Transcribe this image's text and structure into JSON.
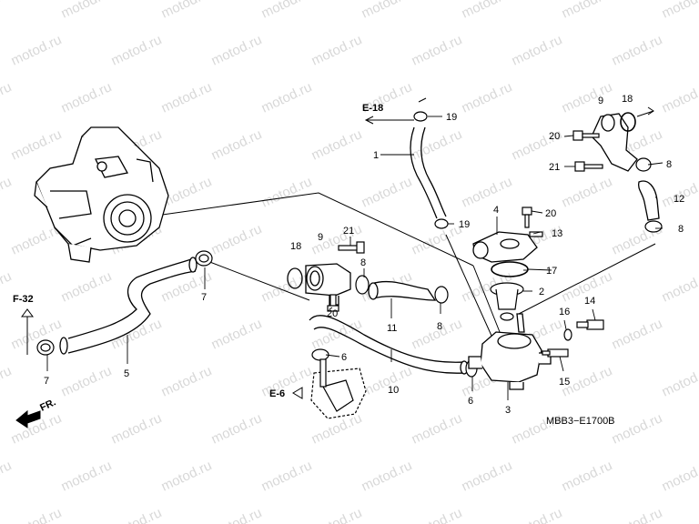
{
  "watermark": "motod.ru",
  "part_code": "MBB3−E1700B",
  "direction_label": "FR.",
  "cross_refs": {
    "e18": "E-18",
    "f32": "F-32",
    "e6": "E-6"
  },
  "callouts": [
    {
      "id": "c1",
      "text": "1"
    },
    {
      "id": "c2",
      "text": "2"
    },
    {
      "id": "c3",
      "text": "3"
    },
    {
      "id": "c4",
      "text": "4"
    },
    {
      "id": "c5",
      "text": "5"
    },
    {
      "id": "c6a",
      "text": "6"
    },
    {
      "id": "c6b",
      "text": "6"
    },
    {
      "id": "c7a",
      "text": "7"
    },
    {
      "id": "c7b",
      "text": "7"
    },
    {
      "id": "c8a",
      "text": "8"
    },
    {
      "id": "c8b",
      "text": "8"
    },
    {
      "id": "c8c",
      "text": "8"
    },
    {
      "id": "c8d",
      "text": "8"
    },
    {
      "id": "c9a",
      "text": "9"
    },
    {
      "id": "c9b",
      "text": "9"
    },
    {
      "id": "c10",
      "text": "10"
    },
    {
      "id": "c11",
      "text": "11"
    },
    {
      "id": "c12",
      "text": "12"
    },
    {
      "id": "c13",
      "text": "13"
    },
    {
      "id": "c14",
      "text": "14"
    },
    {
      "id": "c15",
      "text": "15"
    },
    {
      "id": "c16",
      "text": "16"
    },
    {
      "id": "c17",
      "text": "17"
    },
    {
      "id": "c18a",
      "text": "18"
    },
    {
      "id": "c18b",
      "text": "18"
    },
    {
      "id": "c19a",
      "text": "19"
    },
    {
      "id": "c19b",
      "text": "19"
    },
    {
      "id": "c20a",
      "text": "20"
    },
    {
      "id": "c20b",
      "text": "20"
    },
    {
      "id": "c20c",
      "text": "20"
    },
    {
      "id": "c21a",
      "text": "21"
    },
    {
      "id": "c21b",
      "text": "21"
    }
  ]
}
